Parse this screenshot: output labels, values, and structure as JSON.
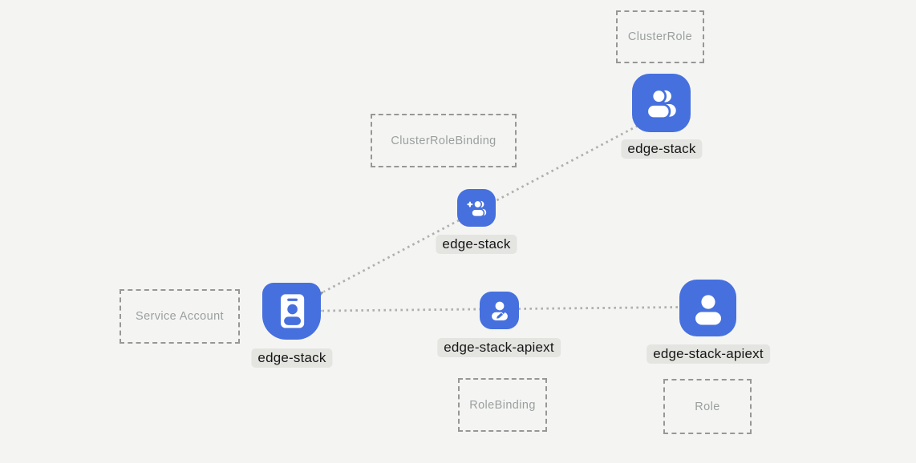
{
  "diagram": {
    "colors": {
      "background": "#f4f5f3",
      "icon_blue": "#4670de",
      "icon_glyph": "#ffffff",
      "label_pill_bg": "#e4e4e1",
      "label_text": "#161616",
      "type_box_border": "#979797",
      "type_box_text": "#9a9f9e",
      "connector_dots": "#b0b0b0",
      "arrowhead": "#8f8f8f"
    },
    "nodes": [
      {
        "type_label": "ClusterRole",
        "name": "edge-stack",
        "icon": "users-icon"
      },
      {
        "type_label": "ClusterRoleBinding",
        "name": "edge-stack",
        "icon": "user-plus-icon"
      },
      {
        "type_label": "Service Account",
        "name": "edge-stack",
        "icon": "id-badge-icon"
      },
      {
        "type_label": "RoleBinding",
        "name": "edge-stack-apiext",
        "icon": "user-edit-icon"
      },
      {
        "type_label": "Role",
        "name": "edge-stack-apiext",
        "icon": "user-icon"
      }
    ],
    "connections": [
      {
        "from": "ClusterRole edge-stack",
        "through": "ClusterRoleBinding edge-stack",
        "to": "Service Account edge-stack",
        "style": "dotted-arrow"
      },
      {
        "from": "Role edge-stack-apiext",
        "through": "RoleBinding edge-stack-apiext",
        "to": "Service Account edge-stack",
        "style": "dotted-arrow"
      }
    ]
  }
}
